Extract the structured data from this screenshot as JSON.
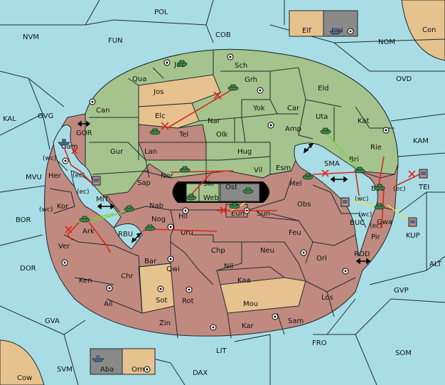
{
  "colors": {
    "sea": "#a9dde6",
    "green": "#a5c38d",
    "red": "#c08a80",
    "tan": "#e6c28f",
    "grey": "#8a8a8a",
    "border": "#1f2a2a",
    "order_move": "#d8281a",
    "order_support": "#7ad33a",
    "order_yellow": "#f4e23a"
  },
  "regions": {
    "pol": "POL",
    "fun": "FUN",
    "cob": "COB",
    "nvm": "NVM",
    "nom": "NOM",
    "ovd": "OVD",
    "kal": "KAL",
    "gvg": "GVG",
    "kam": "KAM",
    "mvu": "MVU",
    "tei": "TEI",
    "bor": "BOR",
    "kup": "KUP",
    "buc": "BUC",
    "mit": "MIT",
    "rbu": "RBU",
    "dor": "DOR",
    "alt": "ALT",
    "rod": "ROD",
    "gvp": "GVP",
    "gva": "GVA",
    "fro": "FRO",
    "som": "SOM",
    "lit": "LIT",
    "svm": "SVM",
    "dax": "DAX",
    "sma": "SMA",
    "gor": "GOR",
    "con": "Con",
    "cow": "Cow",
    "elf": "Elf",
    "hel": "Hel",
    "aba": "Aba",
    "orn": "Orn",
    "jad": "Jad",
    "sch": "Sch",
    "qua": "Qua",
    "grh": "Grh",
    "eld": "Eld",
    "jos": "Jos",
    "can": "Can",
    "yok": "Yok",
    "car": "Car",
    "uta": "Uta",
    "kat": "Kat",
    "elc": "Elc",
    "nar": "Nar",
    "amp": "Amp",
    "gam": "Gam",
    "tel": "Tel",
    "olk": "Olk",
    "gur": "Gur",
    "lan": "Lan",
    "hug": "Hug",
    "rie": "Rie",
    "her": "Her",
    "bri": "Bri",
    "esm": "Esm",
    "vil": "Vil",
    "nor": "Nor",
    "sap": "Sap",
    "skr": "Skr",
    "ost": "Ost",
    "mel": "Mel",
    "web": "Web",
    "kor": "Kor",
    "nab": "Nab",
    "eun": "Eun",
    "sun": "Sun",
    "obs": "Obs",
    "hil": "Hil",
    "nog": "Nog",
    "ark": "Ark",
    "gwa": "Gwa",
    "ver": "Ver",
    "uru": "Uru",
    "feu": "Feu",
    "pir": "Pir",
    "chp": "Chp",
    "neu": "Neu",
    "orl": "Orl",
    "bar": "Bar",
    "qwi": "Qwi",
    "nil": "Nil",
    "ken": "Ken",
    "chr": "Chr",
    "kaa": "Kaa",
    "los": "Los",
    "sot": "Sot",
    "rot": "Rot",
    "mou": "Mou",
    "ail": "Ail",
    "sam": "Sam",
    "zin": "Zin",
    "kar": "Kar",
    "boe": "Boe"
  },
  "annotations": {
    "wc1": "(wc)",
    "ec1": "(ec)",
    "ec2": "(ec)",
    "wc2": "(wc)",
    "ec3": "(ec)",
    "wc3": "(wc)",
    "wc4": "(wc)",
    "ec4": "(ec)"
  }
}
